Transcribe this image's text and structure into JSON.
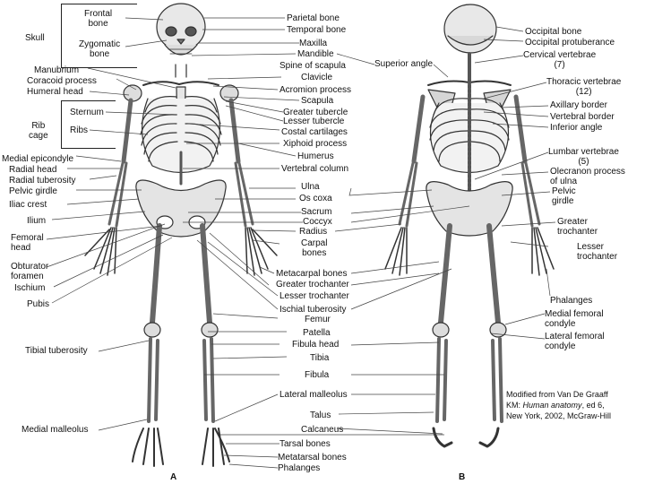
{
  "figure_letters": {
    "a": "A",
    "b": "B"
  },
  "labels_left": {
    "frontal_bone": "Frontal\nbone",
    "skull": "Skull",
    "zygomatic_bone": "Zygomatic\nbone",
    "manubrium": "Manubrium",
    "coracoid_process": "Coracoid process",
    "humeral_head": "Humeral head",
    "sternum": "Sternum",
    "rib_cage": "Rib\ncage",
    "ribs": "Ribs",
    "medial_epicondyle": "Medial epicondyle",
    "radial_head": "Radial head",
    "radial_tuberosity": "Radial tuberosity",
    "pelvic_girdle": "Pelvic girdle",
    "iliac_crest": "Iliac crest",
    "ilium": "Ilium",
    "femoral_head": "Femoral\nhead",
    "obturator_foramen": "Obturator\nforamen",
    "ischium": "Ischium",
    "pubis": "Pubis",
    "tibial_tuberosity": "Tibial tuberosity",
    "medial_malleolus": "Medial malleolus"
  },
  "labels_center": {
    "parietal_bone": "Parietal bone",
    "temporal_bone": "Temporal bone",
    "maxilla": "Maxilla",
    "mandible": "Mandible",
    "spine_of_scapula": "Spine of scapula",
    "clavicle": "Clavicle",
    "acromion_process": "Acromion process",
    "scapula": "Scapula",
    "greater_tubercle": "Greater tubercle",
    "lesser_tubercle": "Lesser tubercle",
    "costal_cartilages": "Costal cartilages",
    "xiphoid_process": "Xiphoid process",
    "humerus": "Humerus",
    "vertebral_column": "Vertebral column",
    "ulna": "Ulna",
    "os_coxa": "Os coxa",
    "sacrum": "Sacrum",
    "coccyx": "Coccyx",
    "radius": "Radius",
    "carpal_bones": "Carpal\nbones",
    "metacarpal_bones": "Metacarpal bones",
    "greater_trochanter": "Greater trochanter",
    "lesser_trochanter": "Lesser trochanter",
    "ischial_tuberosity": "Ischial tuberosity",
    "femur": "Femur",
    "patella": "Patella",
    "fibula_head": "Fibula head",
    "tibia": "Tibia",
    "fibula": "Fibula",
    "lateral_malleolus": "Lateral malleolus",
    "talus": "Talus",
    "calcaneus": "Calcaneus",
    "tarsal_bones": "Tarsal bones",
    "metatarsal_bones": "Metatarsal bones",
    "phalanges": "Phalanges"
  },
  "labels_right": {
    "superior_angle": "Superior angle",
    "occipital_bone": "Occipital bone",
    "occipital_protuberance": "Occipital protuberance",
    "cervical_vertebrae": "Cervical vertebrae\n(7)",
    "thoracic_vertebrae": "Thoracic vertebrae\n(12)",
    "axillary_border": "Axillary border",
    "vertebral_border": "Vertebral border",
    "inferior_angle": "Inferior angle",
    "lumbar_vertebrae": "Lumbar vertebrae\n(5)",
    "olecranon_process": "Olecranon process\nof ulna",
    "pelvic_girdle": "Pelvic\ngirdle",
    "greater_trochanter": "Greater\ntrochanter",
    "lesser_trochanter": "Lesser\ntrochanter",
    "phalanges": "Phalanges",
    "medial_femoral_condyle": "Medial femoral\ncondyle",
    "lateral_femoral_condyle": "Lateral femoral\ncondyle"
  },
  "credit": {
    "line1": "Modified from Van De Graaff",
    "line2_prefix": "KM: ",
    "line2_italic": "Human anatomy",
    "line2_suffix": ", ed 6,",
    "line3": "New York, 2002, McGraw-Hill"
  }
}
